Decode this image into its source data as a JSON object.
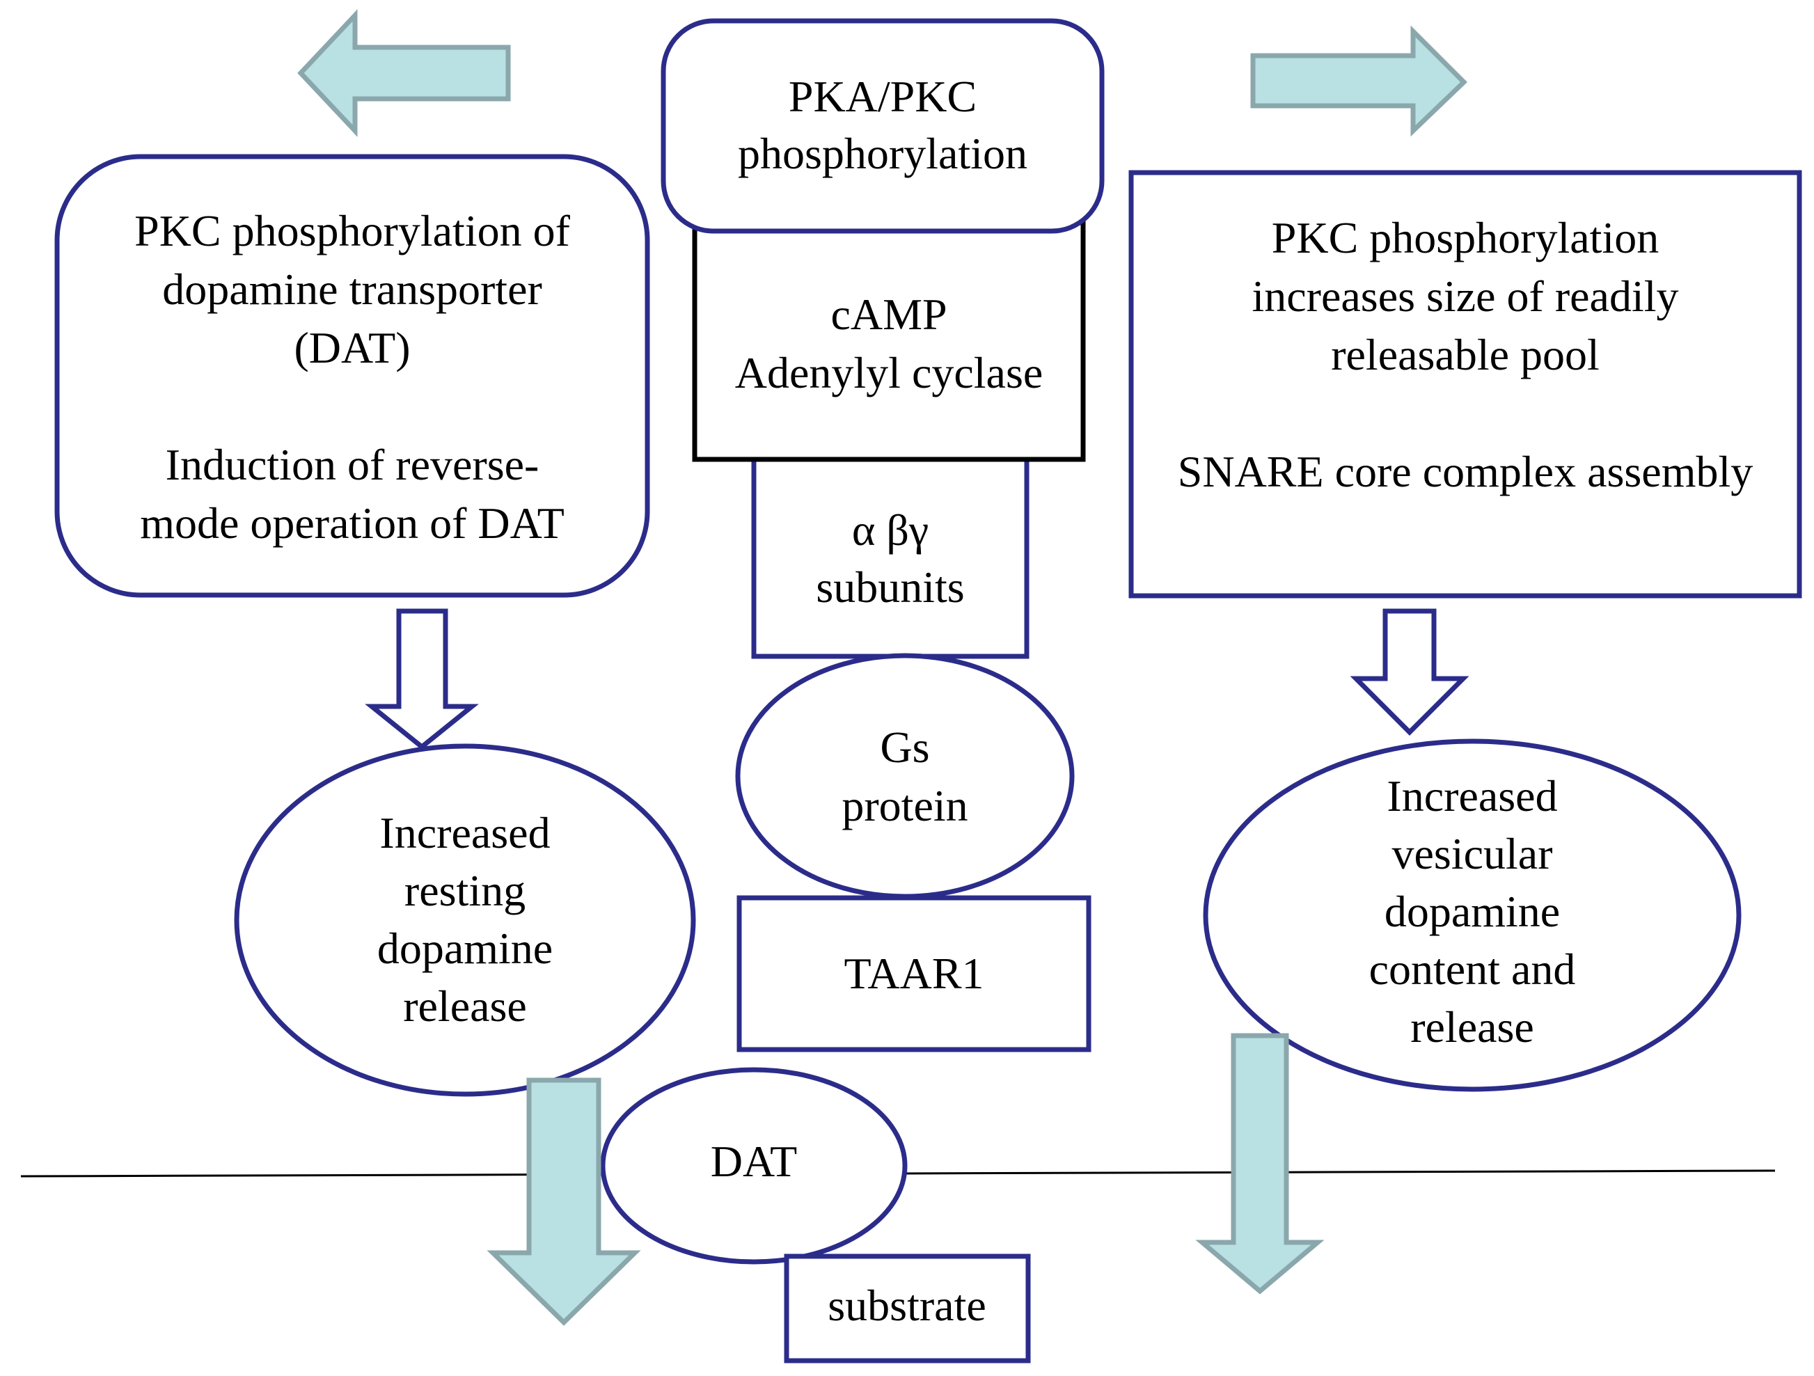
{
  "colors": {
    "box_stroke": "#2b2c8a",
    "black_stroke": "#000000",
    "teal_fill": "#b9e0e3",
    "teal_stroke": "#8aa7ac",
    "membrane": "#000000"
  },
  "top": {
    "pka_pkc": {
      "lines": [
        "PKA/PKC",
        "phosphorylation"
      ]
    }
  },
  "left": {
    "dat_box": {
      "lines": [
        "PKC phosphorylation of",
        "dopamine transporter",
        "(DAT)",
        "",
        "Induction of reverse-",
        "mode operation of DAT"
      ]
    },
    "release_ellipse": {
      "lines": [
        "Increased",
        "resting",
        "dopamine",
        "release"
      ]
    }
  },
  "right": {
    "pool_box": {
      "lines": [
        "PKC phosphorylation",
        "increases size of readily",
        "releasable pool",
        "",
        "SNARE core complex assembly"
      ]
    },
    "vesicular_ellipse": {
      "lines": [
        "Increased",
        "vesicular",
        "dopamine",
        "content and",
        "release"
      ]
    }
  },
  "center": {
    "camp": {
      "lines": [
        "cAMP",
        "Adenylyl cyclase"
      ]
    },
    "subunits": {
      "lines": [
        "α  βγ",
        "subunits"
      ]
    },
    "gs": {
      "lines": [
        "Gs",
        "protein"
      ]
    },
    "taar1": {
      "lines": [
        "TAAR1"
      ]
    },
    "dat": {
      "lines": [
        "DAT"
      ]
    },
    "substrate": {
      "lines": [
        "substrate"
      ]
    }
  }
}
